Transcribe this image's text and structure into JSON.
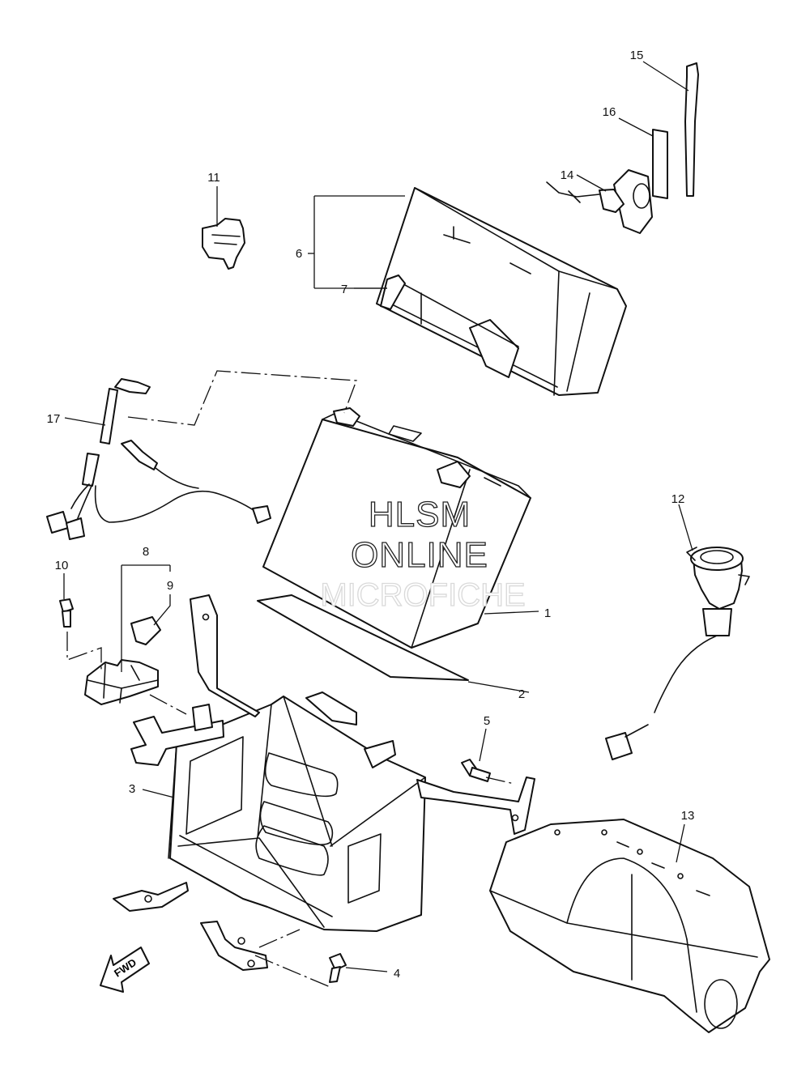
{
  "diagram": {
    "callouts": [
      {
        "number": "1"
      },
      {
        "number": "2"
      },
      {
        "number": "3"
      },
      {
        "number": "4"
      },
      {
        "number": "5"
      },
      {
        "number": "6"
      },
      {
        "number": "7"
      },
      {
        "number": "8"
      },
      {
        "number": "9"
      },
      {
        "number": "10"
      },
      {
        "number": "11"
      },
      {
        "number": "12"
      },
      {
        "number": "13"
      },
      {
        "number": "14"
      },
      {
        "number": "15"
      },
      {
        "number": "16"
      },
      {
        "number": "17"
      }
    ],
    "fwd_label": "FWD"
  },
  "watermark": {
    "line1": "HLSM",
    "line2": "ONLINE",
    "line3": "MICROFICHE"
  }
}
